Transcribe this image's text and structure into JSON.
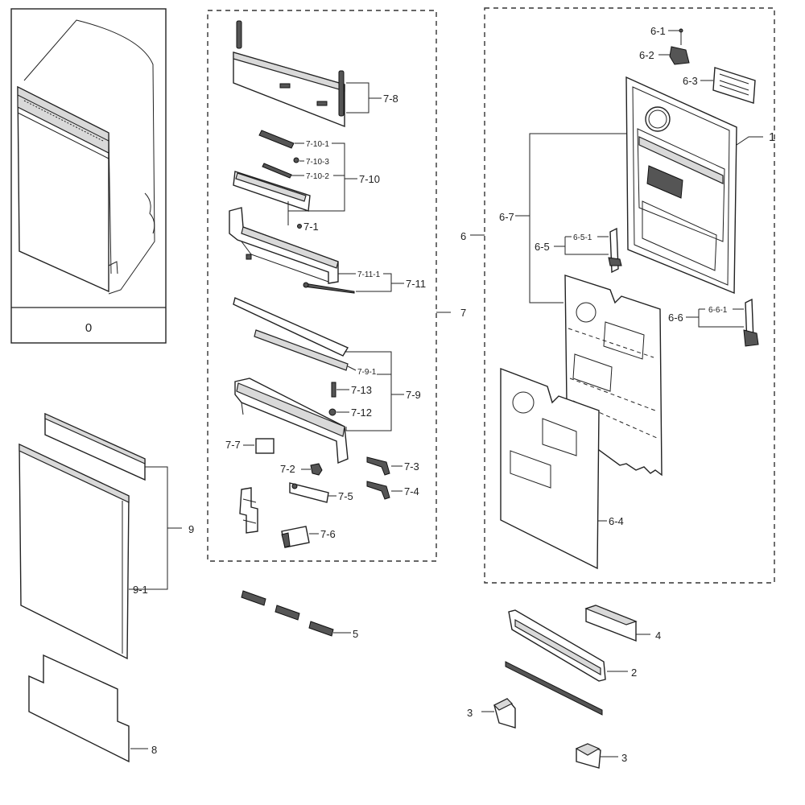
{
  "labels": {
    "p0": "0",
    "p1": "1",
    "p2": "2",
    "p3a": "3",
    "p3b": "3",
    "p4": "4",
    "p5": "5",
    "p6": "6",
    "p6_1": "6-1",
    "p6_2": "6-2",
    "p6_3": "6-3",
    "p6_4": "6-4",
    "p6_5": "6-5",
    "p6_5_1": "6-5-1",
    "p6_6": "6-6",
    "p6_6_1": "6-6-1",
    "p6_7": "6-7",
    "p7": "7",
    "p7_1": "7-1",
    "p7_2": "7-2",
    "p7_3": "7-3",
    "p7_4": "7-4",
    "p7_5": "7-5",
    "p7_6": "7-6",
    "p7_7": "7-7",
    "p7_8": "7-8",
    "p7_9": "7-9",
    "p7_9_1": "7-9-1",
    "p7_10": "7-10",
    "p7_10_1": "7-10-1",
    "p7_10_2": "7-10-2",
    "p7_10_3": "7-10-3",
    "p7_11": "7-11",
    "p7_11_1": "7-11-1",
    "p7_12": "7-12",
    "p7_13": "7-13",
    "p8": "8",
    "p9": "9",
    "p9_1": "9-1"
  }
}
